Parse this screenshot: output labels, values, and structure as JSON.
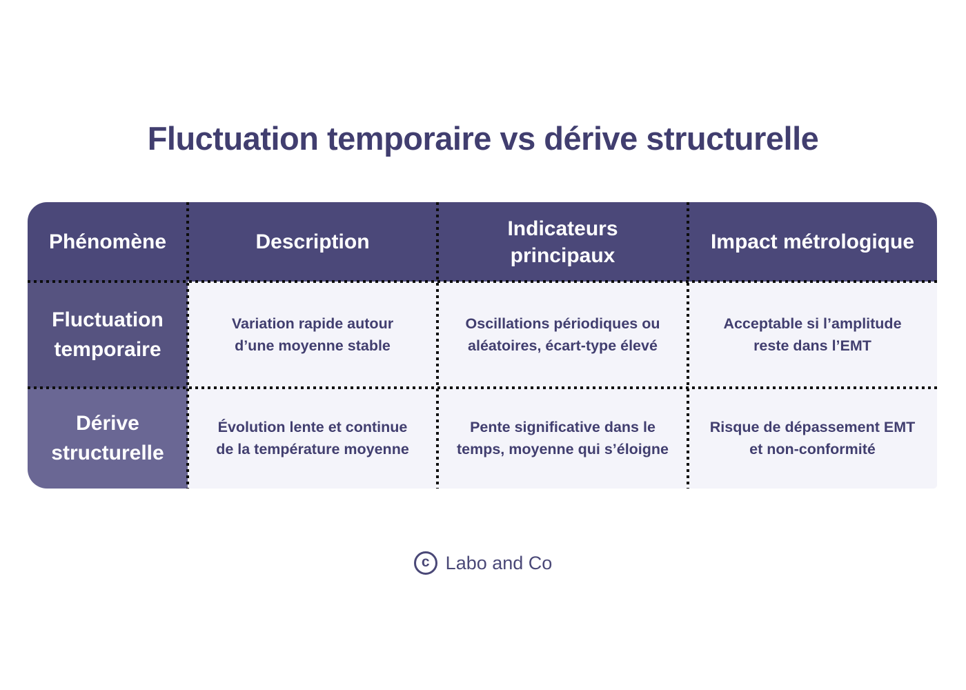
{
  "title": "Fluctuation temporaire vs dérive structurelle",
  "table": {
    "headers": [
      "Phénomène",
      "Description",
      "Indicateurs\nprincipaux",
      "Impact métrologique"
    ],
    "rows": [
      {
        "label": "Fluctuation\ntemporaire",
        "description": "Variation rapide autour\nd’une moyenne stable",
        "indicators": "Oscillations périodiques ou\naléatoires, écart-type élevé",
        "impact": "Acceptable si l’amplitude\nreste dans l’EMT"
      },
      {
        "label": "Dérive\nstructurelle",
        "description": "Évolution lente et continue\nde la température moyenne",
        "indicators": "Pente significative dans le\ntemps, moyenne qui s’éloigne",
        "impact": "Risque de dépassement EMT\net non-conformité"
      }
    ]
  },
  "footer": {
    "symbol": "c",
    "text": "Labo and Co"
  },
  "colors": {
    "header_bg": "#4B4879",
    "row1_label_bg": "#565380",
    "row2_label_bg": "#6A6794",
    "cell_bg": "#F4F4FA",
    "text_dark": "#413E6F",
    "divider": "#0d0d0d"
  }
}
